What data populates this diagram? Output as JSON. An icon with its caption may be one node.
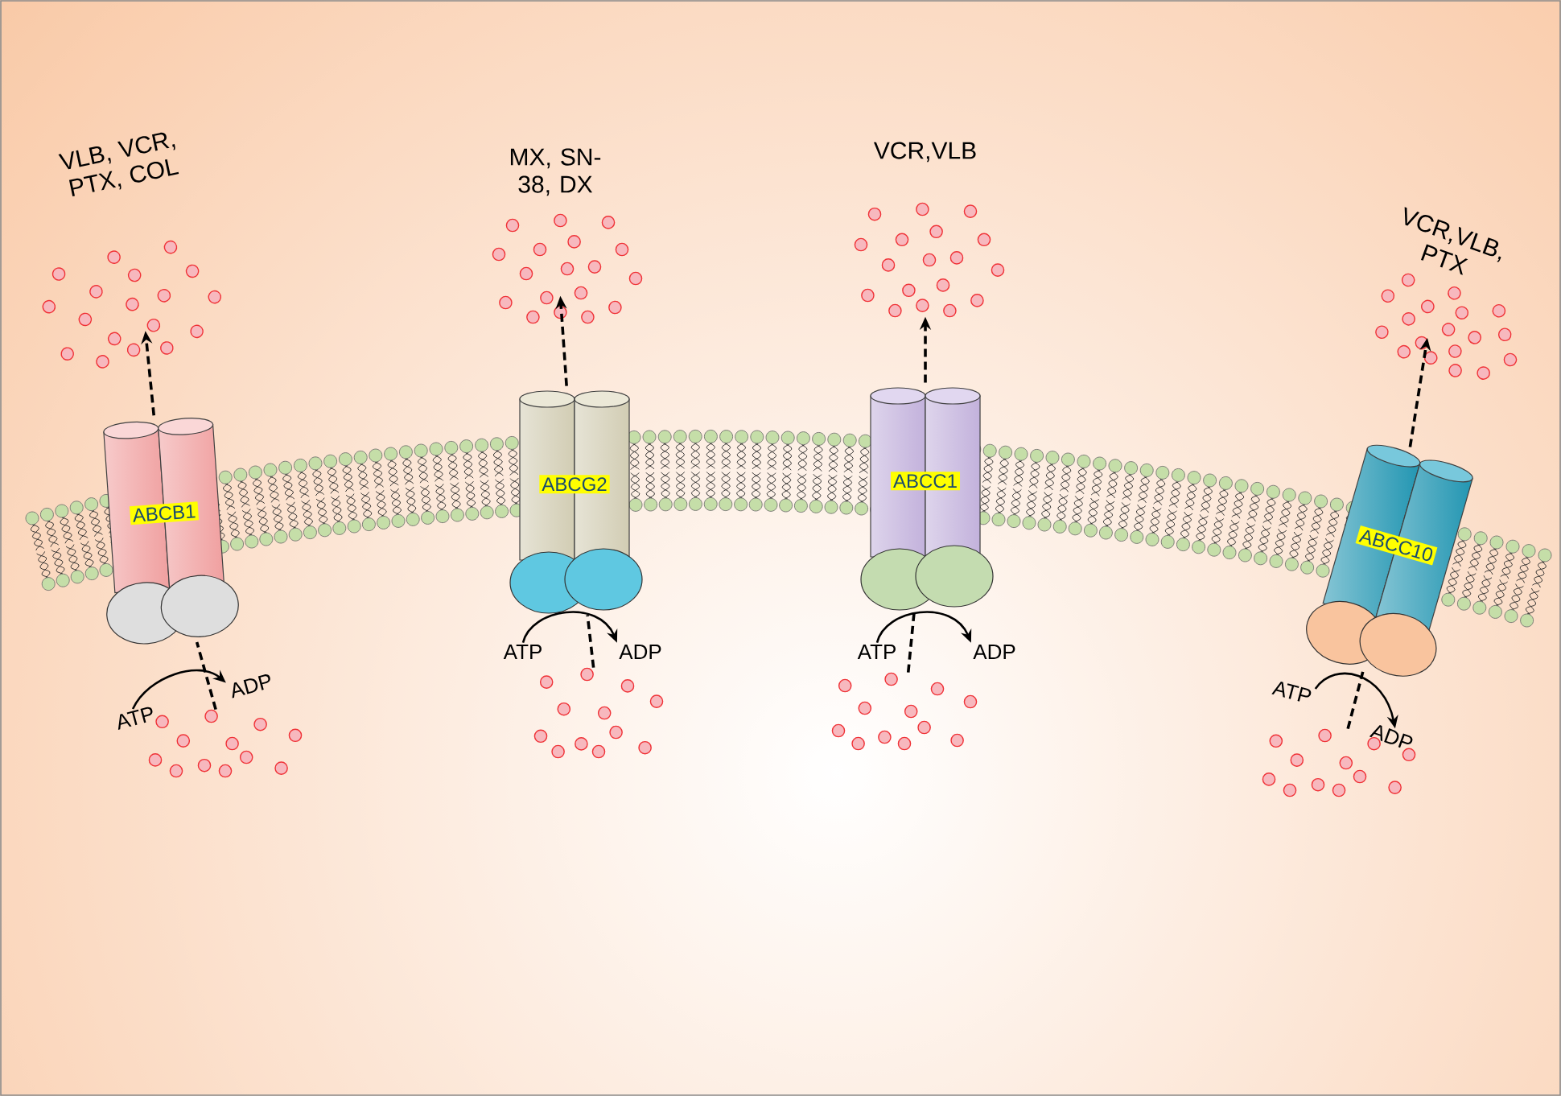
{
  "diagram": {
    "nodes": [
      {
        "text": [
          "VLB, VCR, PTX, COL"
        ]
      },
      {
        "text": [
          "ABCB1"
        ]
      },
      {
        "text": [
          "ATP"
        ]
      },
      {
        "text": [
          "ADP"
        ]
      },
      {
        "text": [],
        "shape": "dots"
      },
      {
        "text": [
          "MX, SN-38, DX"
        ]
      },
      {
        "text": [
          "ABCG2"
        ]
      },
      {
        "text": [
          "ATP"
        ]
      },
      {
        "text": [
          "ADP"
        ]
      },
      {
        "text": [],
        "shape": "dots"
      },
      {
        "text": [
          "VCR,VLB"
        ]
      },
      {
        "text": [
          "ABCC1"
        ]
      },
      {
        "text": [
          "ATP"
        ]
      },
      {
        "text": [
          "ADP"
        ]
      },
      {
        "text": [],
        "shape": "dots"
      },
      {
        "text": [
          "VCR,VLB, PTX"
        ]
      },
      {
        "text": [
          "ABCC10"
        ]
      },
      {
        "text": [
          "ATP"
        ]
      },
      {
        "text": [
          "ADP"
        ]
      },
      {
        "text": [],
        "shape": "dots"
      }
    ],
    "edges": [
      {
        "from": 4,
        "to": 1,
        "arrow": "none",
        "style": "dashed"
      },
      {
        "from": 1,
        "to": 0,
        "arrow": "to",
        "style": "dashed"
      },
      {
        "from": 2,
        "to": 3,
        "arrow": "to"
      },
      {
        "from": 9,
        "to": 6,
        "arrow": "none",
        "style": "dashed"
      },
      {
        "from": 6,
        "to": 5,
        "arrow": "to",
        "style": "dashed"
      },
      {
        "from": 7,
        "to": 8,
        "arrow": "to"
      },
      {
        "from": 14,
        "to": 11,
        "arrow": "none",
        "style": "dashed"
      },
      {
        "from": 11,
        "to": 10,
        "arrow": "to",
        "style": "dashed"
      },
      {
        "from": 12,
        "to": 13,
        "arrow": "to"
      },
      {
        "from": 19,
        "to": 16,
        "arrow": "none",
        "style": "dashed"
      },
      {
        "from": 16,
        "to": 15,
        "arrow": "to",
        "style": "dashed"
      },
      {
        "from": 17,
        "to": 18,
        "arrow": "to"
      }
    ]
  }
}
